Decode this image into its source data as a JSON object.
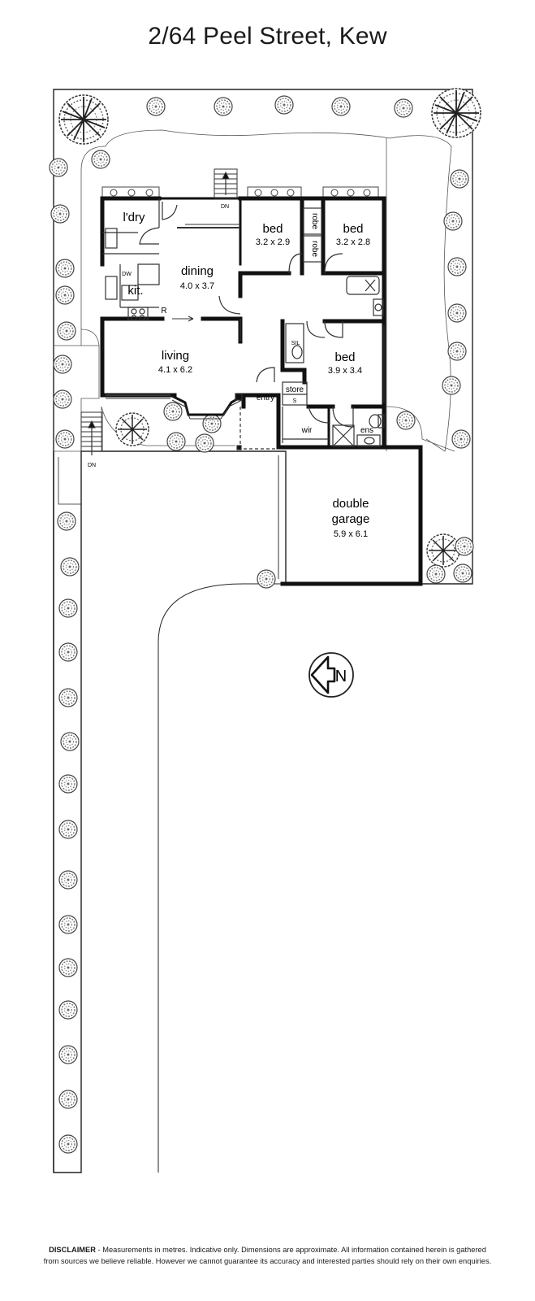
{
  "title": "2/64 Peel Street, Kew",
  "rooms": {
    "laundry": {
      "name": "l'dry"
    },
    "dining": {
      "name": "dining",
      "dims": "4.0 x 3.7"
    },
    "kitchen": {
      "name": "kit."
    },
    "dishwasher": {
      "label": "DW"
    },
    "refrigerator": {
      "label": "R"
    },
    "living": {
      "name": "living",
      "dims": "4.1 x 6.2"
    },
    "bed1": {
      "name": "bed",
      "dims": "3.2 x 2.9"
    },
    "bed2": {
      "name": "bed",
      "dims": "3.2 x 2.8"
    },
    "bed3": {
      "name": "bed",
      "dims": "3.9 x 3.4"
    },
    "robe1": {
      "name": "robe"
    },
    "robe2": {
      "name": "robe"
    },
    "store": {
      "name": "store"
    },
    "shower": {
      "label": "S"
    },
    "sil": {
      "label": "SIL"
    },
    "entry": {
      "name": "entry"
    },
    "wir": {
      "name": "wir"
    },
    "ensuite": {
      "name": "ens"
    },
    "garage": {
      "name_line1": "double",
      "name_line2": "garage",
      "dims": "5.9 x 6.1"
    }
  },
  "stairs": [
    {
      "label": "DN"
    },
    {
      "label": "DN"
    }
  ],
  "compass": {
    "label": "N"
  },
  "disclaimer": {
    "heading": "DISCLAIMER",
    "line1": " - Measurements in metres. Indicative only. Dimensions are approximate. All information contained herein is gathered",
    "line2": "from sources we believe reliable. However we cannot guarantee its accuracy and interested parties should rely on their own enquiries."
  },
  "colors": {
    "wall": "#111111",
    "line": "#333333",
    "tree": "#555555"
  }
}
